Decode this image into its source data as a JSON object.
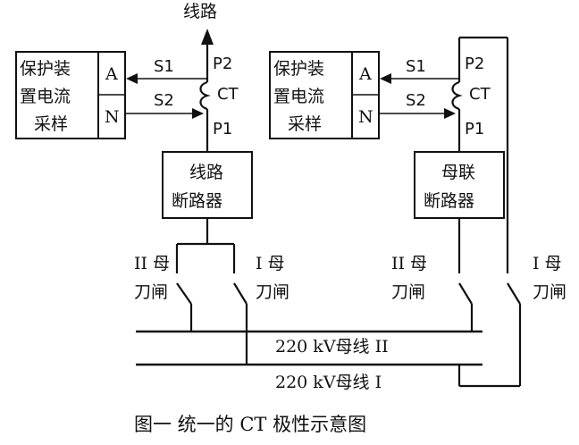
{
  "top_label": "线路",
  "left": {
    "protect_box": [
      "保护装",
      "置电流",
      "采样"
    ],
    "terminal_a": "A",
    "terminal_n": "N",
    "s1": "S1",
    "s2": "S2",
    "p2": "P2",
    "p1": "P1",
    "ct": "CT",
    "breaker": [
      "线路",
      "断路器"
    ],
    "switch_ii": [
      "II 母",
      "刀闸"
    ],
    "switch_i": [
      "I 母",
      "刀闸"
    ]
  },
  "right": {
    "protect_box": [
      "保护装",
      "置电流",
      "采样"
    ],
    "terminal_a": "A",
    "terminal_n": "N",
    "s1": "S1",
    "s2": "S2",
    "p2": "P2",
    "p1": "P1",
    "ct": "CT",
    "breaker": [
      "母联",
      "断路器"
    ],
    "switch_ii": [
      "II 母",
      "刀闸"
    ],
    "switch_i": [
      "I 母",
      "刀闸"
    ]
  },
  "bus_ii": "220 kV母线 II",
  "bus_i": "220 kV母线 I",
  "caption": "图一  统一的 CT 极性示意图"
}
